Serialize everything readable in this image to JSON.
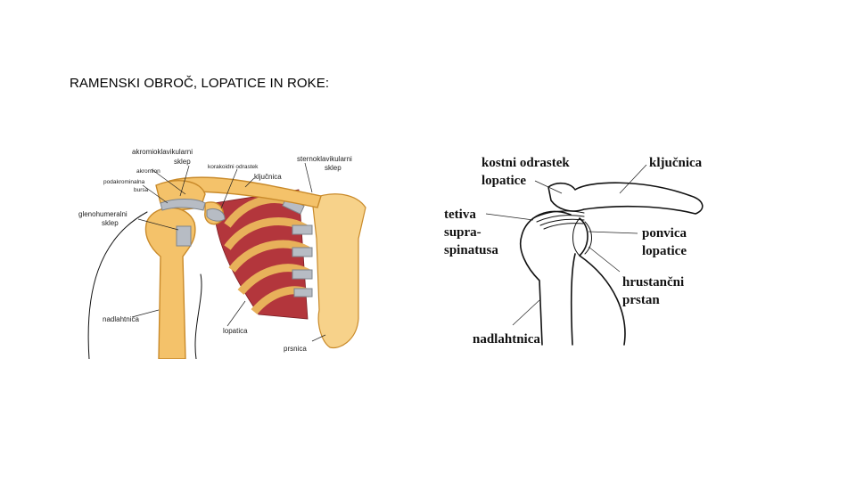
{
  "title": "RAMENSKI OBROČ, LOPATICE IN ROKE:",
  "left_figure": {
    "labels": {
      "akromioklavikularni": "akromioklavikularni",
      "sklep_top": "sklep",
      "akromion": "akromion",
      "podakrominalna": "podakrominalna",
      "bursa": "bursa",
      "glenohumeralni": "glenohumeralni",
      "sklep_gleno": "sklep",
      "korakoidni": "korakoidni odrastek",
      "kljucnica": "ključnica",
      "sternoklavikularni": "sternoklavikularni",
      "sklep_sterno": "sklep",
      "nadlahtnica": "nadlahtnica",
      "lopatica": "lopatica",
      "prsnica": "prsnica"
    }
  },
  "right_figure": {
    "labels": {
      "kostni_1": "kostni odrastek",
      "kostni_2": "lopatice",
      "kljucnica": "ključnica",
      "tetiva_1": "tetiva",
      "tetiva_2": "supra-",
      "tetiva_3": "spinatusa",
      "ponvica_1": "ponvica",
      "ponvica_2": "lopatice",
      "hrustancni_1": "hrustančni",
      "hrustancni_2": "prstan",
      "nadlahtnica": "nadlahtnica"
    }
  }
}
